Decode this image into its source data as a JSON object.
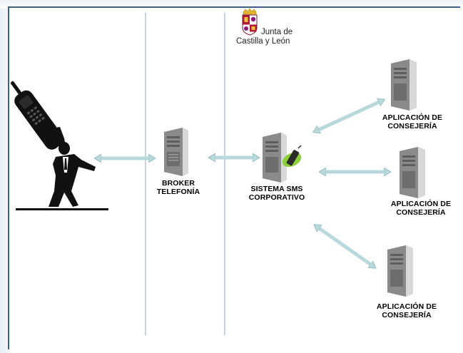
{
  "logo": {
    "line1": "Junta de",
    "line2": "Castilla y León"
  },
  "nodes": {
    "broker": {
      "line1": "BROKER",
      "line2": "TELEFONÍA"
    },
    "sms": {
      "line1": "SISTEMA SMS",
      "line2": "CORPORATIVO"
    },
    "app_top": {
      "line1": "APLICACIÓN DE",
      "line2": "CONSEJERÍA"
    },
    "app_middle": {
      "line1": "APLICACIÓN DE",
      "line2": "CONSEJERÍA"
    },
    "app_bottom": {
      "line1": "APLICACIÓN DE",
      "line2": "CONSEJERÍA"
    }
  },
  "colors": {
    "frame": "#3d5f8a",
    "divider": "#c5d3e0",
    "arrow": "#b9d8dc",
    "arrow_stroke": "#8fb7bd",
    "server_front": "#7a7a7a",
    "server_side": "#b8b8b8",
    "figure": "#111111"
  }
}
